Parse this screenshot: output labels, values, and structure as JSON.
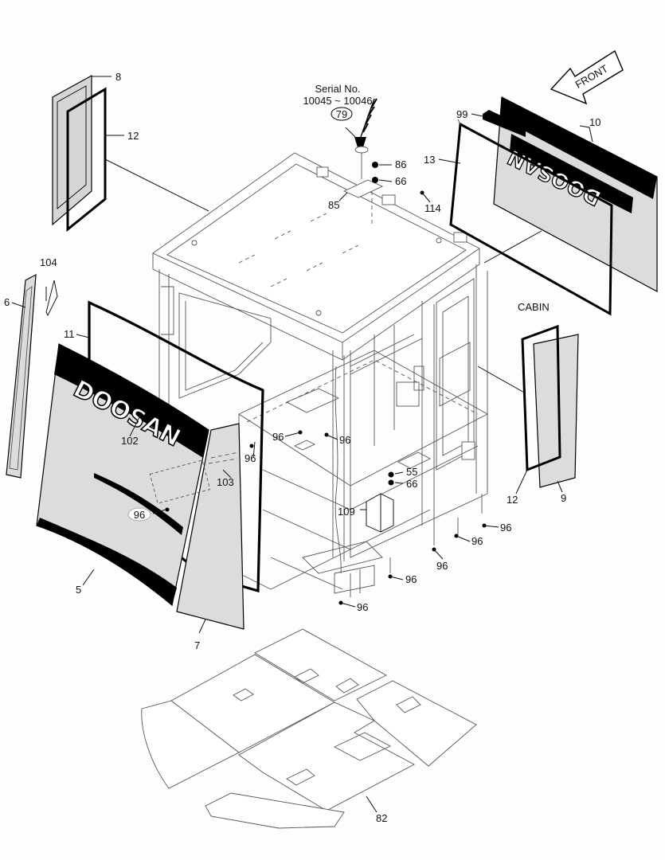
{
  "diagram": {
    "serial_title": "Serial No.",
    "serial_range": "10045 ~ 10046",
    "front_label": "FRONT",
    "cabin_label": "CABIN",
    "brand_text": "DOOSAN",
    "callouts": {
      "c8": "8",
      "c12a": "12",
      "c104": "104",
      "c6": "6",
      "c11": "11",
      "c102": "102",
      "c96a": "96",
      "c103": "103",
      "c96b": "96",
      "c5": "5",
      "c7": "7",
      "c79": "79",
      "c86": "86",
      "c66a": "66",
      "c85": "85",
      "c114": "114",
      "c99": "99",
      "c13": "13",
      "c10": "10",
      "c96c": "96",
      "c96d": "96",
      "c55": "55",
      "c66b": "66",
      "c109": "109",
      "c12b": "12",
      "c9": "9",
      "c96e": "96",
      "c96f": "96",
      "c96g": "96",
      "c96h": "96",
      "c96i": "96",
      "c82": "82"
    }
  }
}
